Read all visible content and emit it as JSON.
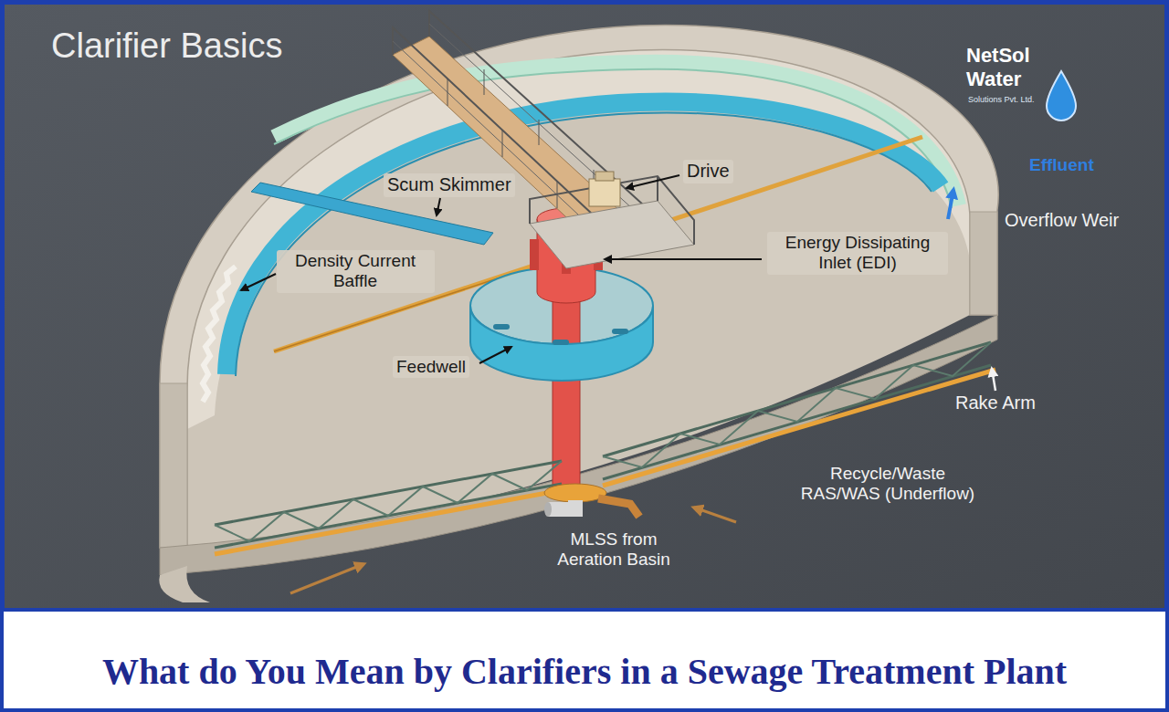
{
  "diagram": {
    "title": "Clarifier Basics",
    "caption": "What do You Mean by Clarifiers in a Sewage Treatment Plant",
    "labels": [
      "Scum Skimmer",
      "Drive",
      "Energy Dissipating Inlet (EDI)",
      "Density Current Baffle",
      "Feedwell",
      "Effluent",
      "Overflow Weir",
      "Rake Arm",
      "Recycle/Waste RAS/WAS (Underflow)",
      "MLSS from Aeration Basin",
      "NetSol Water",
      "Solutions Pvt. Ltd."
    ]
  }
}
